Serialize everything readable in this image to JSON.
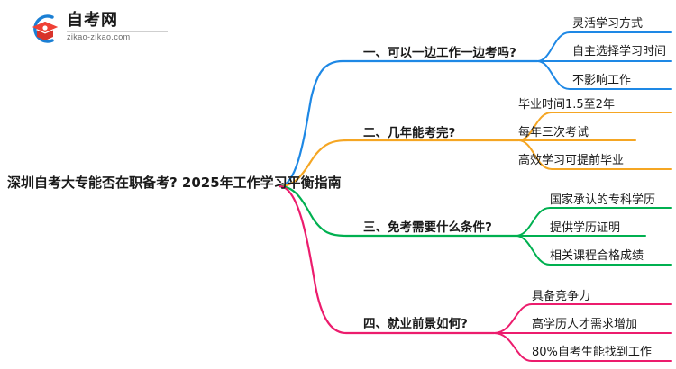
{
  "logo": {
    "name_cn": "自考网",
    "url": "zikao-zikao.com",
    "mark_icon": "graduation-cap-icon",
    "arc_color": "#1b7fd4",
    "cap_color": "#e8382f"
  },
  "mindmap": {
    "root": {
      "label": "深圳自考大专能否在职备考? 2025年工作学习平衡指南"
    },
    "branches": [
      {
        "label": "一、可以一边工作一边考吗?",
        "color": "#1e88e5",
        "children": [
          {
            "label": "灵活学习方式"
          },
          {
            "label": "自主选择学习时间"
          },
          {
            "label": "不影响工作"
          }
        ]
      },
      {
        "label": "二、几年能考完?",
        "color": "#f5a623",
        "children": [
          {
            "label": "毕业时间1.5至2年"
          },
          {
            "label": "每年三次考试"
          },
          {
            "label": "高效学习可提前毕业"
          }
        ]
      },
      {
        "label": "三、免考需要什么条件?",
        "color": "#00b050",
        "children": [
          {
            "label": "国家承认的专科学历"
          },
          {
            "label": "提供学历证明"
          },
          {
            "label": "相关课程合格成绩"
          }
        ]
      },
      {
        "label": "四、就业前景如何?",
        "color": "#ec1c6d",
        "children": [
          {
            "label": "具备竞争力"
          },
          {
            "label": "高学历人才需求增加"
          },
          {
            "label": "80%自考生能找到工作"
          }
        ]
      }
    ]
  }
}
